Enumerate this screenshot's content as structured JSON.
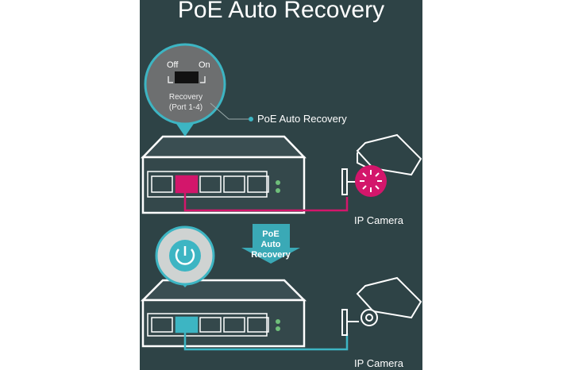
{
  "title": "PoE Auto Recovery",
  "callout": {
    "off_label": "Off",
    "on_label": "On",
    "switch_label_line1": "Recovery",
    "switch_label_line2": "(Port 1-4)",
    "pointer_label": "PoE Auto Recovery"
  },
  "arrow": {
    "line1": "PoE",
    "line2": "Auto",
    "line3": "Recovery"
  },
  "camera_top_label": "IP Camera",
  "camera_bottom_label": "IP Camera",
  "colors": {
    "background": "#2e4346",
    "accent": "#3db5c3",
    "fault": "#d3166b"
  }
}
